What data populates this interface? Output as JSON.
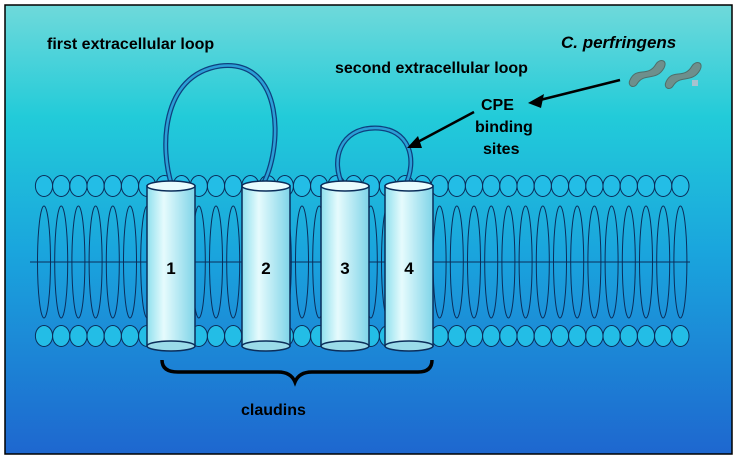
{
  "labels": {
    "first_loop": "first extracellular  loop",
    "second_loop": "second extracellular  loop",
    "organism": "C. perfringens",
    "cpe_line1": "CPE",
    "cpe_line2": "binding",
    "cpe_line3": "sites",
    "claudins": "claudins"
  },
  "helices": [
    {
      "label": "1"
    },
    {
      "label": "2"
    },
    {
      "label": "3"
    },
    {
      "label": "4"
    }
  ],
  "colors": {
    "background_top": "#59d3d8",
    "background_mid": "#1fc9d8",
    "background_bottom": "#1f6fd1",
    "lipid_head_fill": "#23bde6",
    "helix_fill": "#c8f2f7",
    "loop_stroke": "#1a4f97",
    "bacterium": "#6e8f8c"
  }
}
